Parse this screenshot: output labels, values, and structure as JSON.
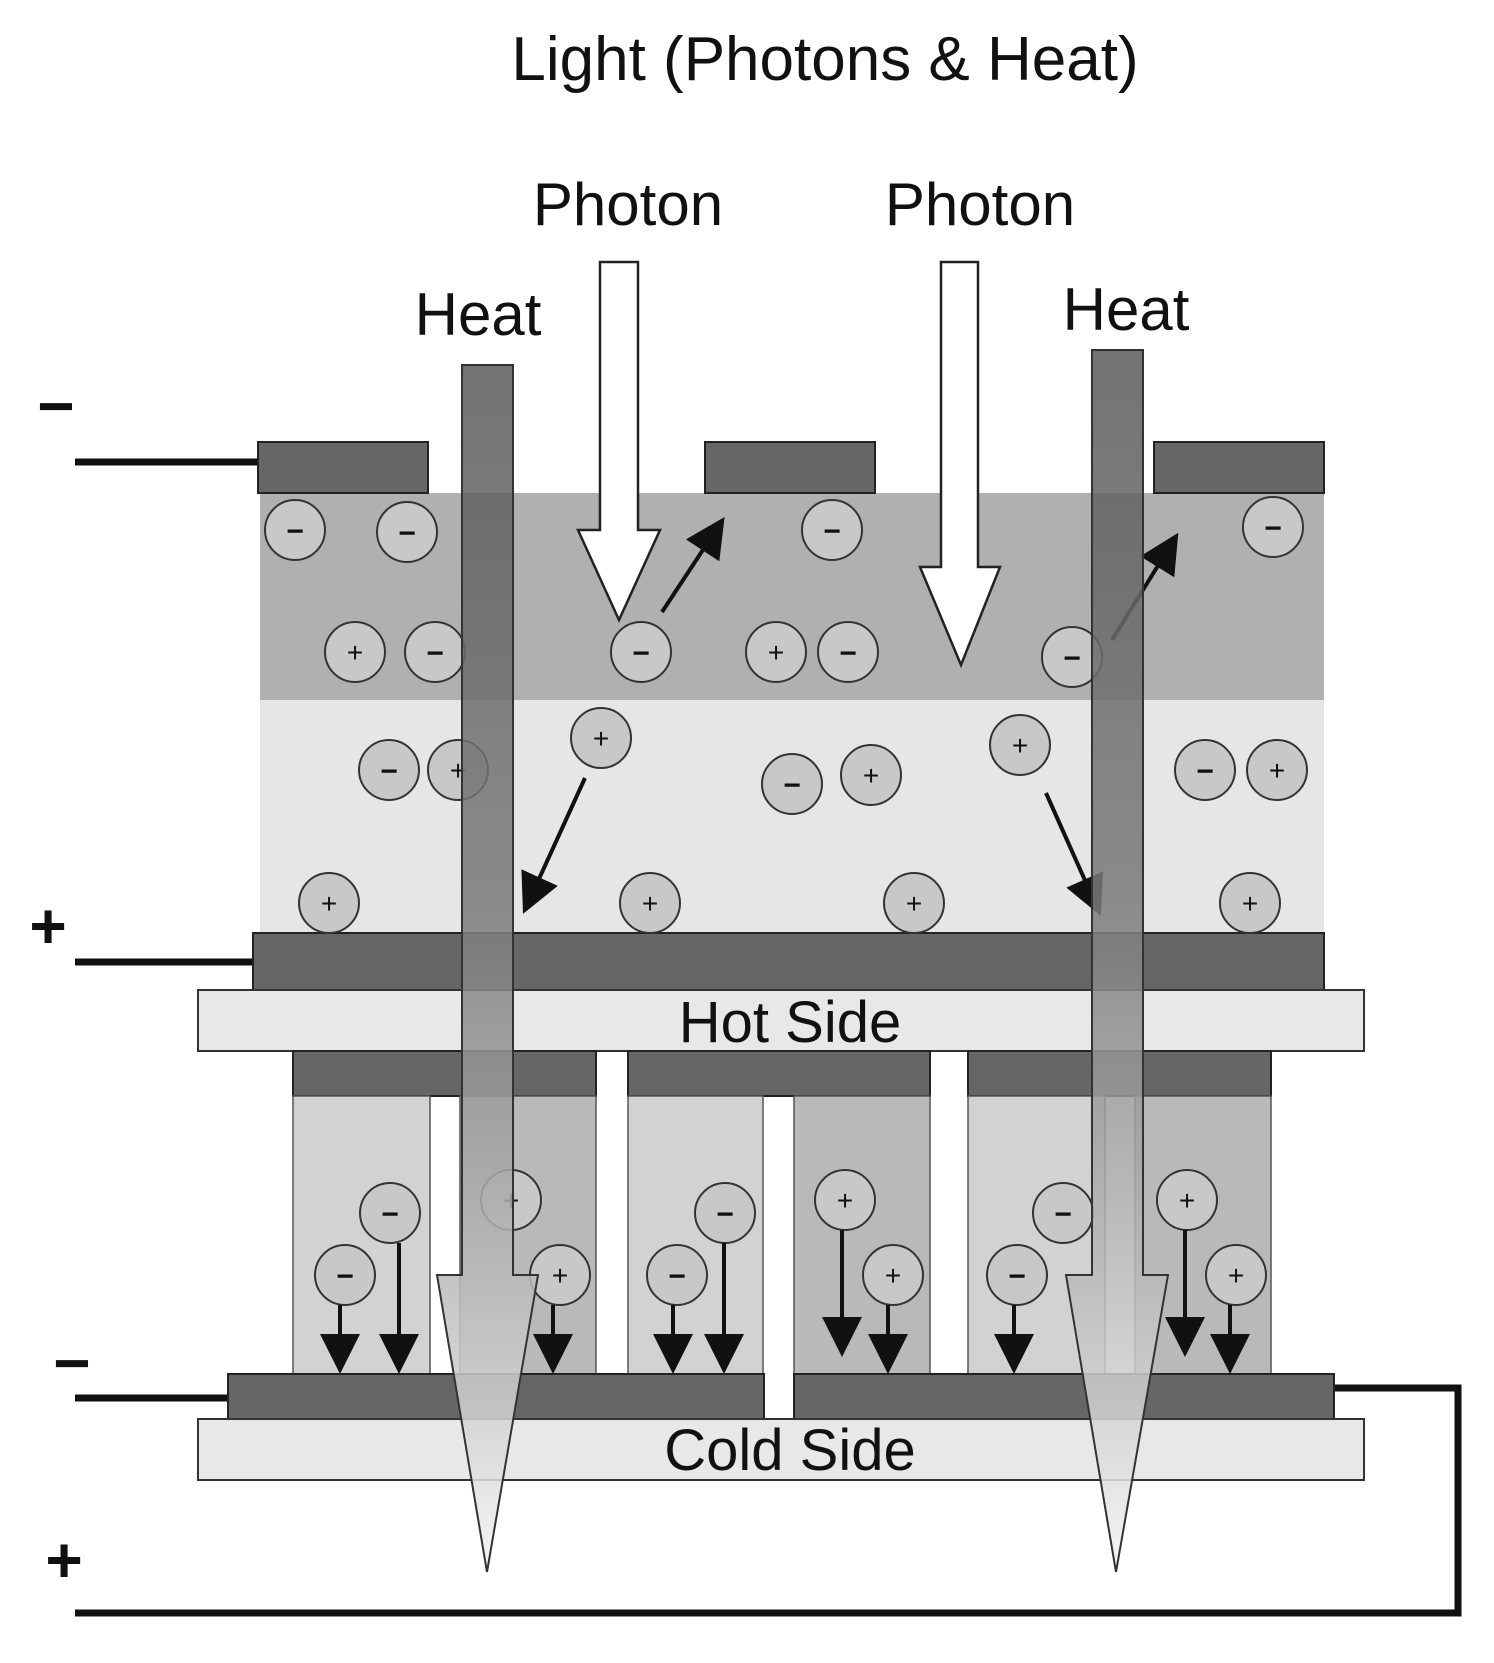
{
  "title": "Light (Photons & Heat)",
  "labels": {
    "photon_left": "Photon",
    "photon_right": "Photon",
    "heat_left": "Heat",
    "heat_right": "Heat",
    "hot_side": "Hot Side",
    "cold_side": "Cold Side"
  },
  "terminals": {
    "top_negative": "−",
    "top_positive": "+",
    "bottom_negative": "−",
    "bottom_positive": "+"
  },
  "charges": {
    "electron": "−",
    "hole": "+"
  },
  "colors": {
    "electrode": "#666666",
    "n_layer": "#b0b0b0",
    "p_layer": "#e6e6e6",
    "plate": "#e8e8e8",
    "leg_light": "#d2d2d2",
    "leg_dark": "#b9b9b9",
    "charge_fill": "#c8c8c8",
    "wire": "#111111"
  }
}
